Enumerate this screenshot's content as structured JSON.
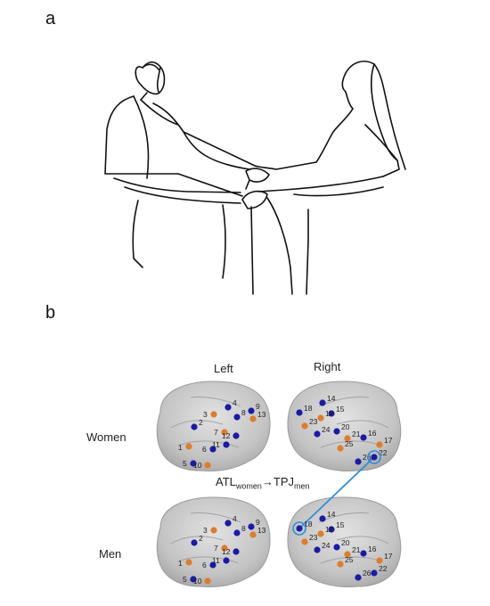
{
  "panels": {
    "a": "a",
    "b": "b"
  },
  "hemisphere_labels": {
    "left": "Left",
    "right": "Right"
  },
  "group_labels": {
    "women": "Women",
    "men": "Men"
  },
  "connection": {
    "from_text": "ATL",
    "from_sub": "women",
    "arrow": "→",
    "to_text": "TPJ",
    "to_sub": "men"
  },
  "colors": {
    "blue_channel": "#1a1aa8",
    "orange_channel": "#e07b2a",
    "link": "#2a8fd6",
    "brain": "#c9c9c9"
  },
  "left_channels": [
    {
      "n": "1",
      "c": "orange"
    },
    {
      "n": "2",
      "c": "blue"
    },
    {
      "n": "3",
      "c": "orange"
    },
    {
      "n": "4",
      "c": "blue"
    },
    {
      "n": "5",
      "c": "blue"
    },
    {
      "n": "6",
      "c": "blue"
    },
    {
      "n": "7",
      "c": "orange"
    },
    {
      "n": "8",
      "c": "blue"
    },
    {
      "n": "9",
      "c": "blue"
    },
    {
      "n": "10",
      "c": "orange"
    },
    {
      "n": "11",
      "c": "blue"
    },
    {
      "n": "12",
      "c": "blue"
    },
    {
      "n": "13",
      "c": "orange"
    }
  ],
  "right_channels": [
    {
      "n": "14",
      "c": "blue"
    },
    {
      "n": "15",
      "c": "blue"
    },
    {
      "n": "16",
      "c": "blue"
    },
    {
      "n": "17",
      "c": "orange"
    },
    {
      "n": "18",
      "c": "blue"
    },
    {
      "n": "19",
      "c": "orange"
    },
    {
      "n": "20",
      "c": "blue"
    },
    {
      "n": "21",
      "c": "orange"
    },
    {
      "n": "22",
      "c": "blue"
    },
    {
      "n": "23",
      "c": "orange"
    },
    {
      "n": "24",
      "c": "blue"
    },
    {
      "n": "25",
      "c": "orange"
    },
    {
      "n": "26",
      "c": "blue"
    }
  ]
}
